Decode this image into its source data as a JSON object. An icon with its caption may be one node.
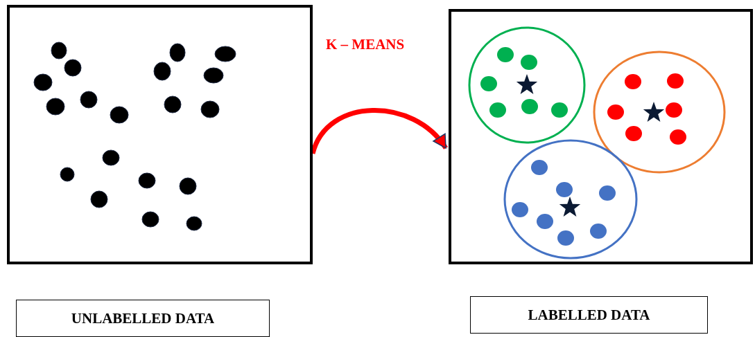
{
  "diagram": {
    "nodes": [
      {
        "text": [],
        "shape": "box"
      },
      {
        "text": [],
        "shape": "box"
      },
      {
        "text": [
          "UNLABELLED DATA"
        ]
      },
      {
        "text": [
          "LABELLED DATA"
        ]
      }
    ],
    "edges": [
      {
        "from": 0,
        "to": 1,
        "arrow": "to",
        "label": "K – MEANS"
      }
    ]
  }
}
